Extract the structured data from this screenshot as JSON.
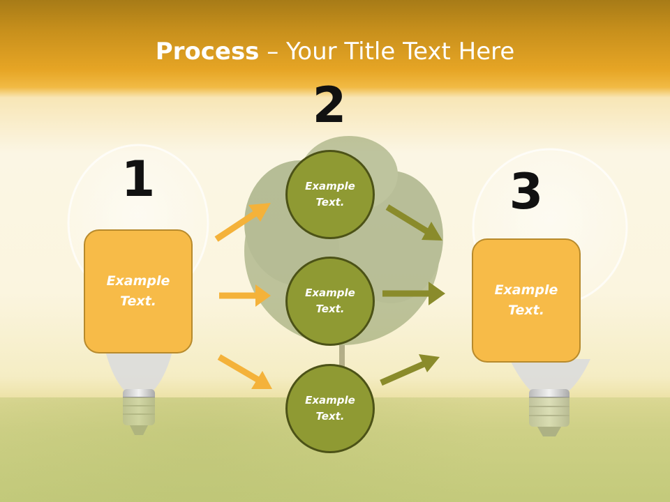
{
  "title": {
    "bold": "Process",
    "rest": " – Your Title Text Here"
  },
  "numbers": {
    "one": "1",
    "two": "2",
    "three": "3"
  },
  "boxes": {
    "left": "Example Text.",
    "right": "Example Text."
  },
  "circles": [
    "Example Text.",
    "Example Text.",
    "Example Text."
  ],
  "colors": {
    "box_fill": "#f7bb48",
    "circle_fill": "#8f9a33",
    "arrow_orange": "#f4b23a",
    "arrow_olive": "#8a8b2b"
  }
}
